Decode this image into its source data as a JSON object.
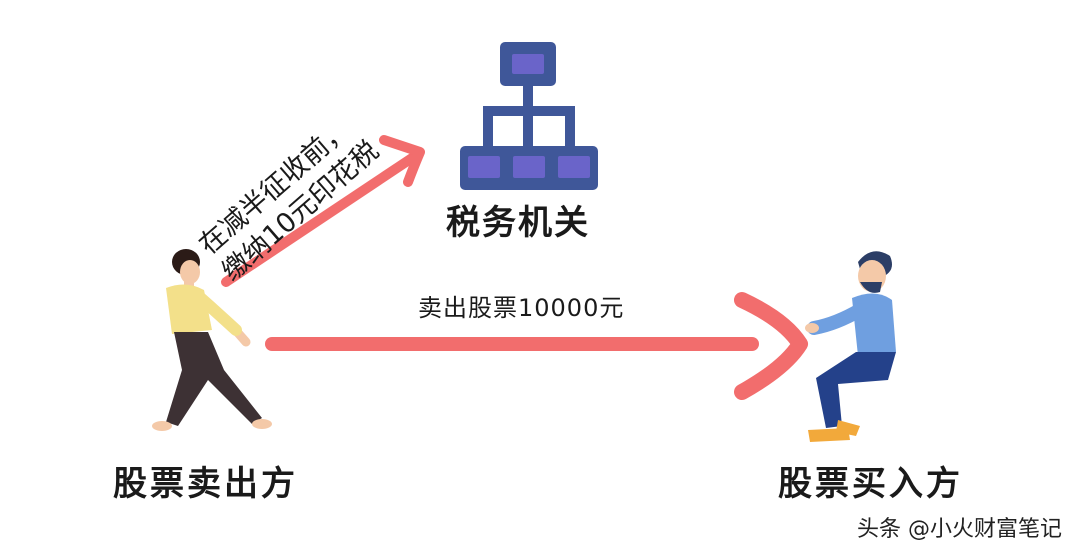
{
  "nodes": {
    "tax_office": "税务机关",
    "seller": "股票卖出方",
    "buyer": "股票买入方"
  },
  "edges": {
    "sale": "卖出股票10000元",
    "tax_line1": "在减半征收前，",
    "tax_line2": "缴纳10元印花税"
  },
  "watermark": "头条 @小火财富笔记",
  "colors": {
    "arrow": "#f26d6d",
    "org_chart": "#3f5799",
    "org_box": "#6a64c9"
  },
  "icons": {
    "tax_office": "org-chart-icon",
    "seller": "person-walking-icon",
    "buyer": "person-sitting-icon"
  }
}
